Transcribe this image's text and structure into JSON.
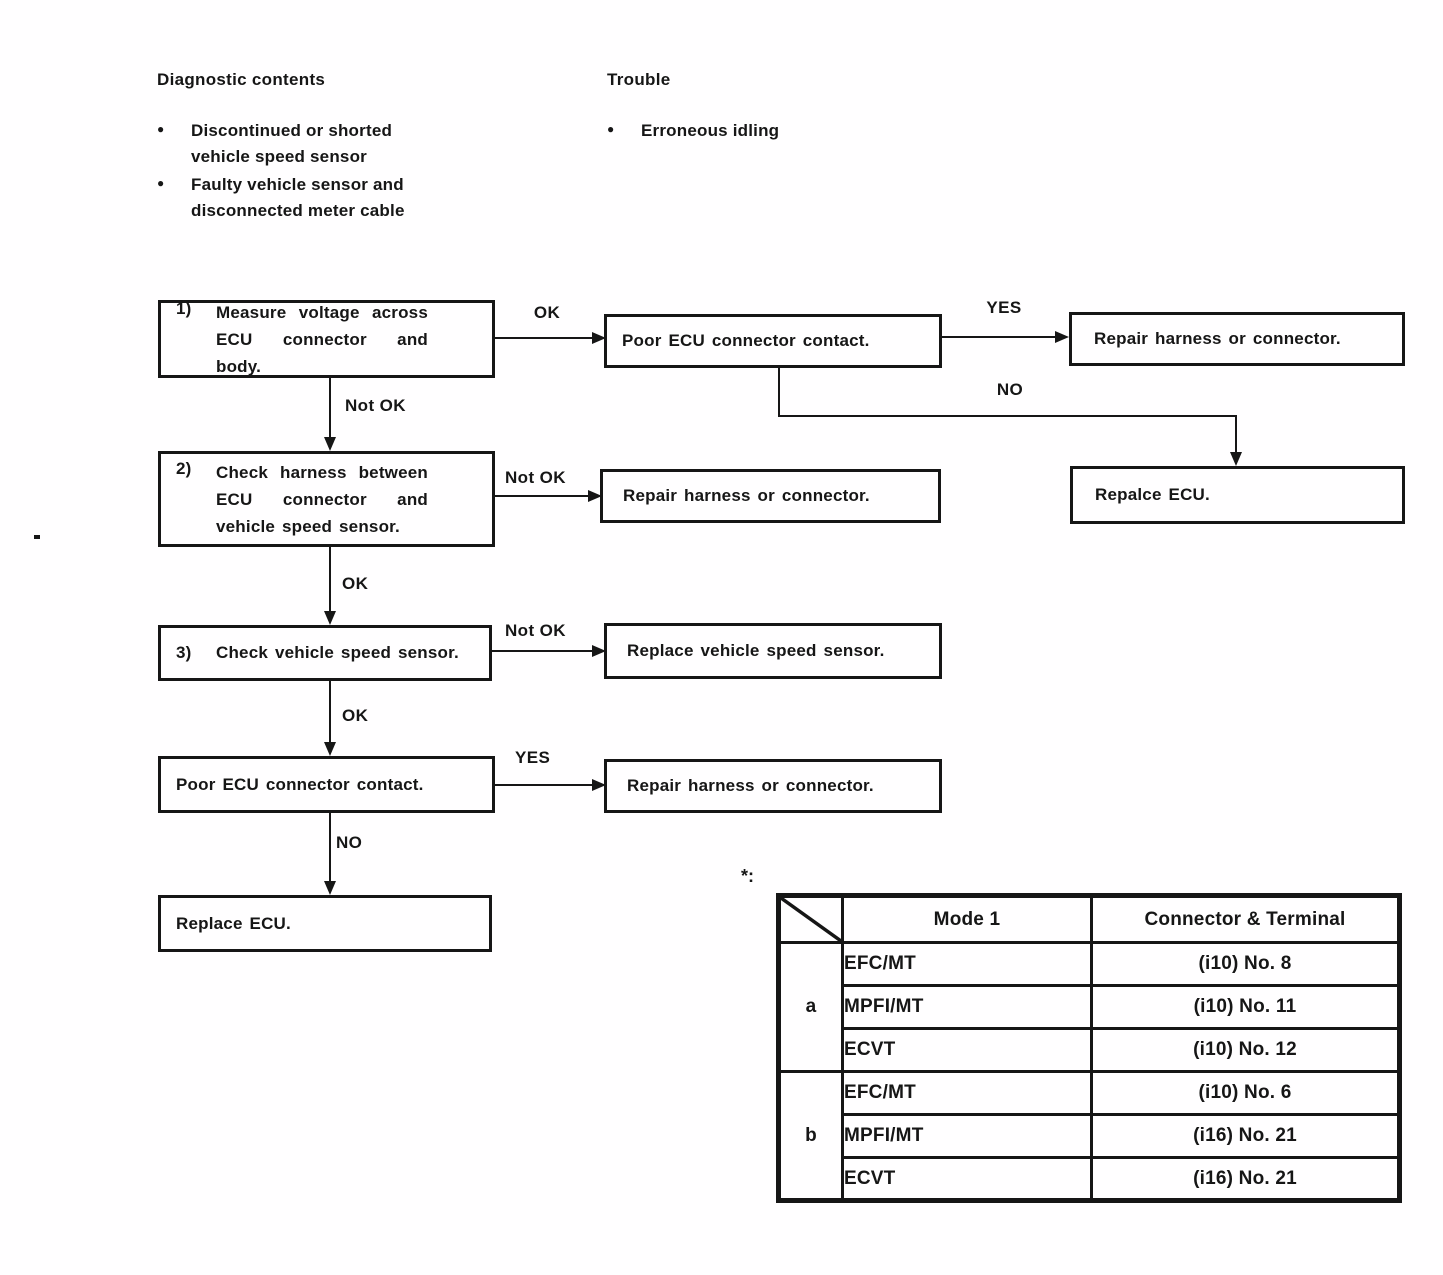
{
  "labels": {
    "ok": "OK",
    "not_ok": "Not OK",
    "yes": "YES",
    "no": "NO"
  },
  "header": {
    "bullet": "●",
    "diagnostic_title": "Diagnostic contents",
    "diagnostic_items": [
      "Discontinued or shorted vehicle speed sensor",
      "Faulty vehicle sensor and disconnected meter cable"
    ],
    "trouble_title": "Trouble",
    "trouble_items": [
      "Erroneous idling"
    ]
  },
  "flowchart": {
    "boxes": {
      "step1": {
        "num": "1)",
        "text": "Measure voltage across ECU connector and body."
      },
      "poor_contact_1": {
        "text": "Poor ECU connector contact."
      },
      "repair_harness_1": {
        "text": "Repair harness or connector."
      },
      "step2": {
        "num": "2)",
        "text": "Check harness between ECU connector and vehicle speed sensor."
      },
      "repair_harness_2": {
        "text": "Repair harness or connector."
      },
      "replace_ecu_right": {
        "text": "Repalce ECU."
      },
      "step3": {
        "num": "3)",
        "text": "Check vehicle speed sensor."
      },
      "replace_speed_sensor": {
        "text": "Replace vehicle speed sensor."
      },
      "poor_contact_2": {
        "text": "Poor ECU connector contact."
      },
      "repair_harness_3": {
        "text": "Repair harness or connector."
      },
      "replace_ecu_bottom": {
        "text": "Replace ECU."
      }
    }
  },
  "note": {
    "marker": "*:"
  },
  "table": {
    "columns": [
      "Mode 1",
      "Connector & Terminal"
    ],
    "groups": [
      {
        "label": "a",
        "rows": [
          [
            "EFC/MT",
            "(i10) No. 8"
          ],
          [
            "MPFI/MT",
            "(i10) No. 11"
          ],
          [
            "ECVT",
            "(i10) No. 12"
          ]
        ]
      },
      {
        "label": "b",
        "rows": [
          [
            "EFC/MT",
            "(i10) No. 6"
          ],
          [
            "MPFI/MT",
            "(i16) No. 21"
          ],
          [
            "ECVT",
            "(i16) No. 21"
          ]
        ]
      }
    ]
  }
}
